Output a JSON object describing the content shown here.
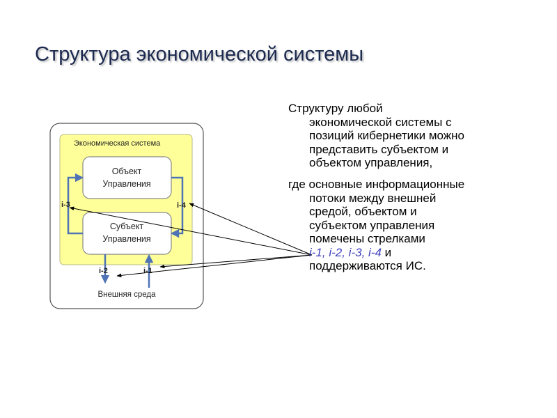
{
  "slide": {
    "title": "Структура экономической системы"
  },
  "diagram": {
    "system_label": "Экономическая система",
    "object_line1": "Объект",
    "object_line2": "Управления",
    "subject_line1": "Субъект",
    "subject_line2": "Управления",
    "flow_i3": "i-3",
    "flow_i4": "i-4",
    "flow_i2": "i-2",
    "flow_i1": "i-1",
    "environment_label": "Внешняя среда"
  },
  "text": {
    "p1_lines": [
      "Структуру любой",
      "экономической системы с",
      "позиций кибернетики можно",
      "представить субъектом и",
      "объектом управления,"
    ],
    "p2_lines": [
      "где основные информационные",
      "потоки между внешней",
      "средой, объектом и",
      "субъектом управления",
      "помечены стрелками"
    ],
    "flows_highlight": "i-1, i-2, i-3, i-4",
    "flows_suffix": " и",
    "last_line": "поддерживаются ИС."
  },
  "colors": {
    "title": "#1c2a4f",
    "system_fill": "#ffff99",
    "arrow_blue": "#4f73b5",
    "highlight": "#3f3fbf"
  }
}
